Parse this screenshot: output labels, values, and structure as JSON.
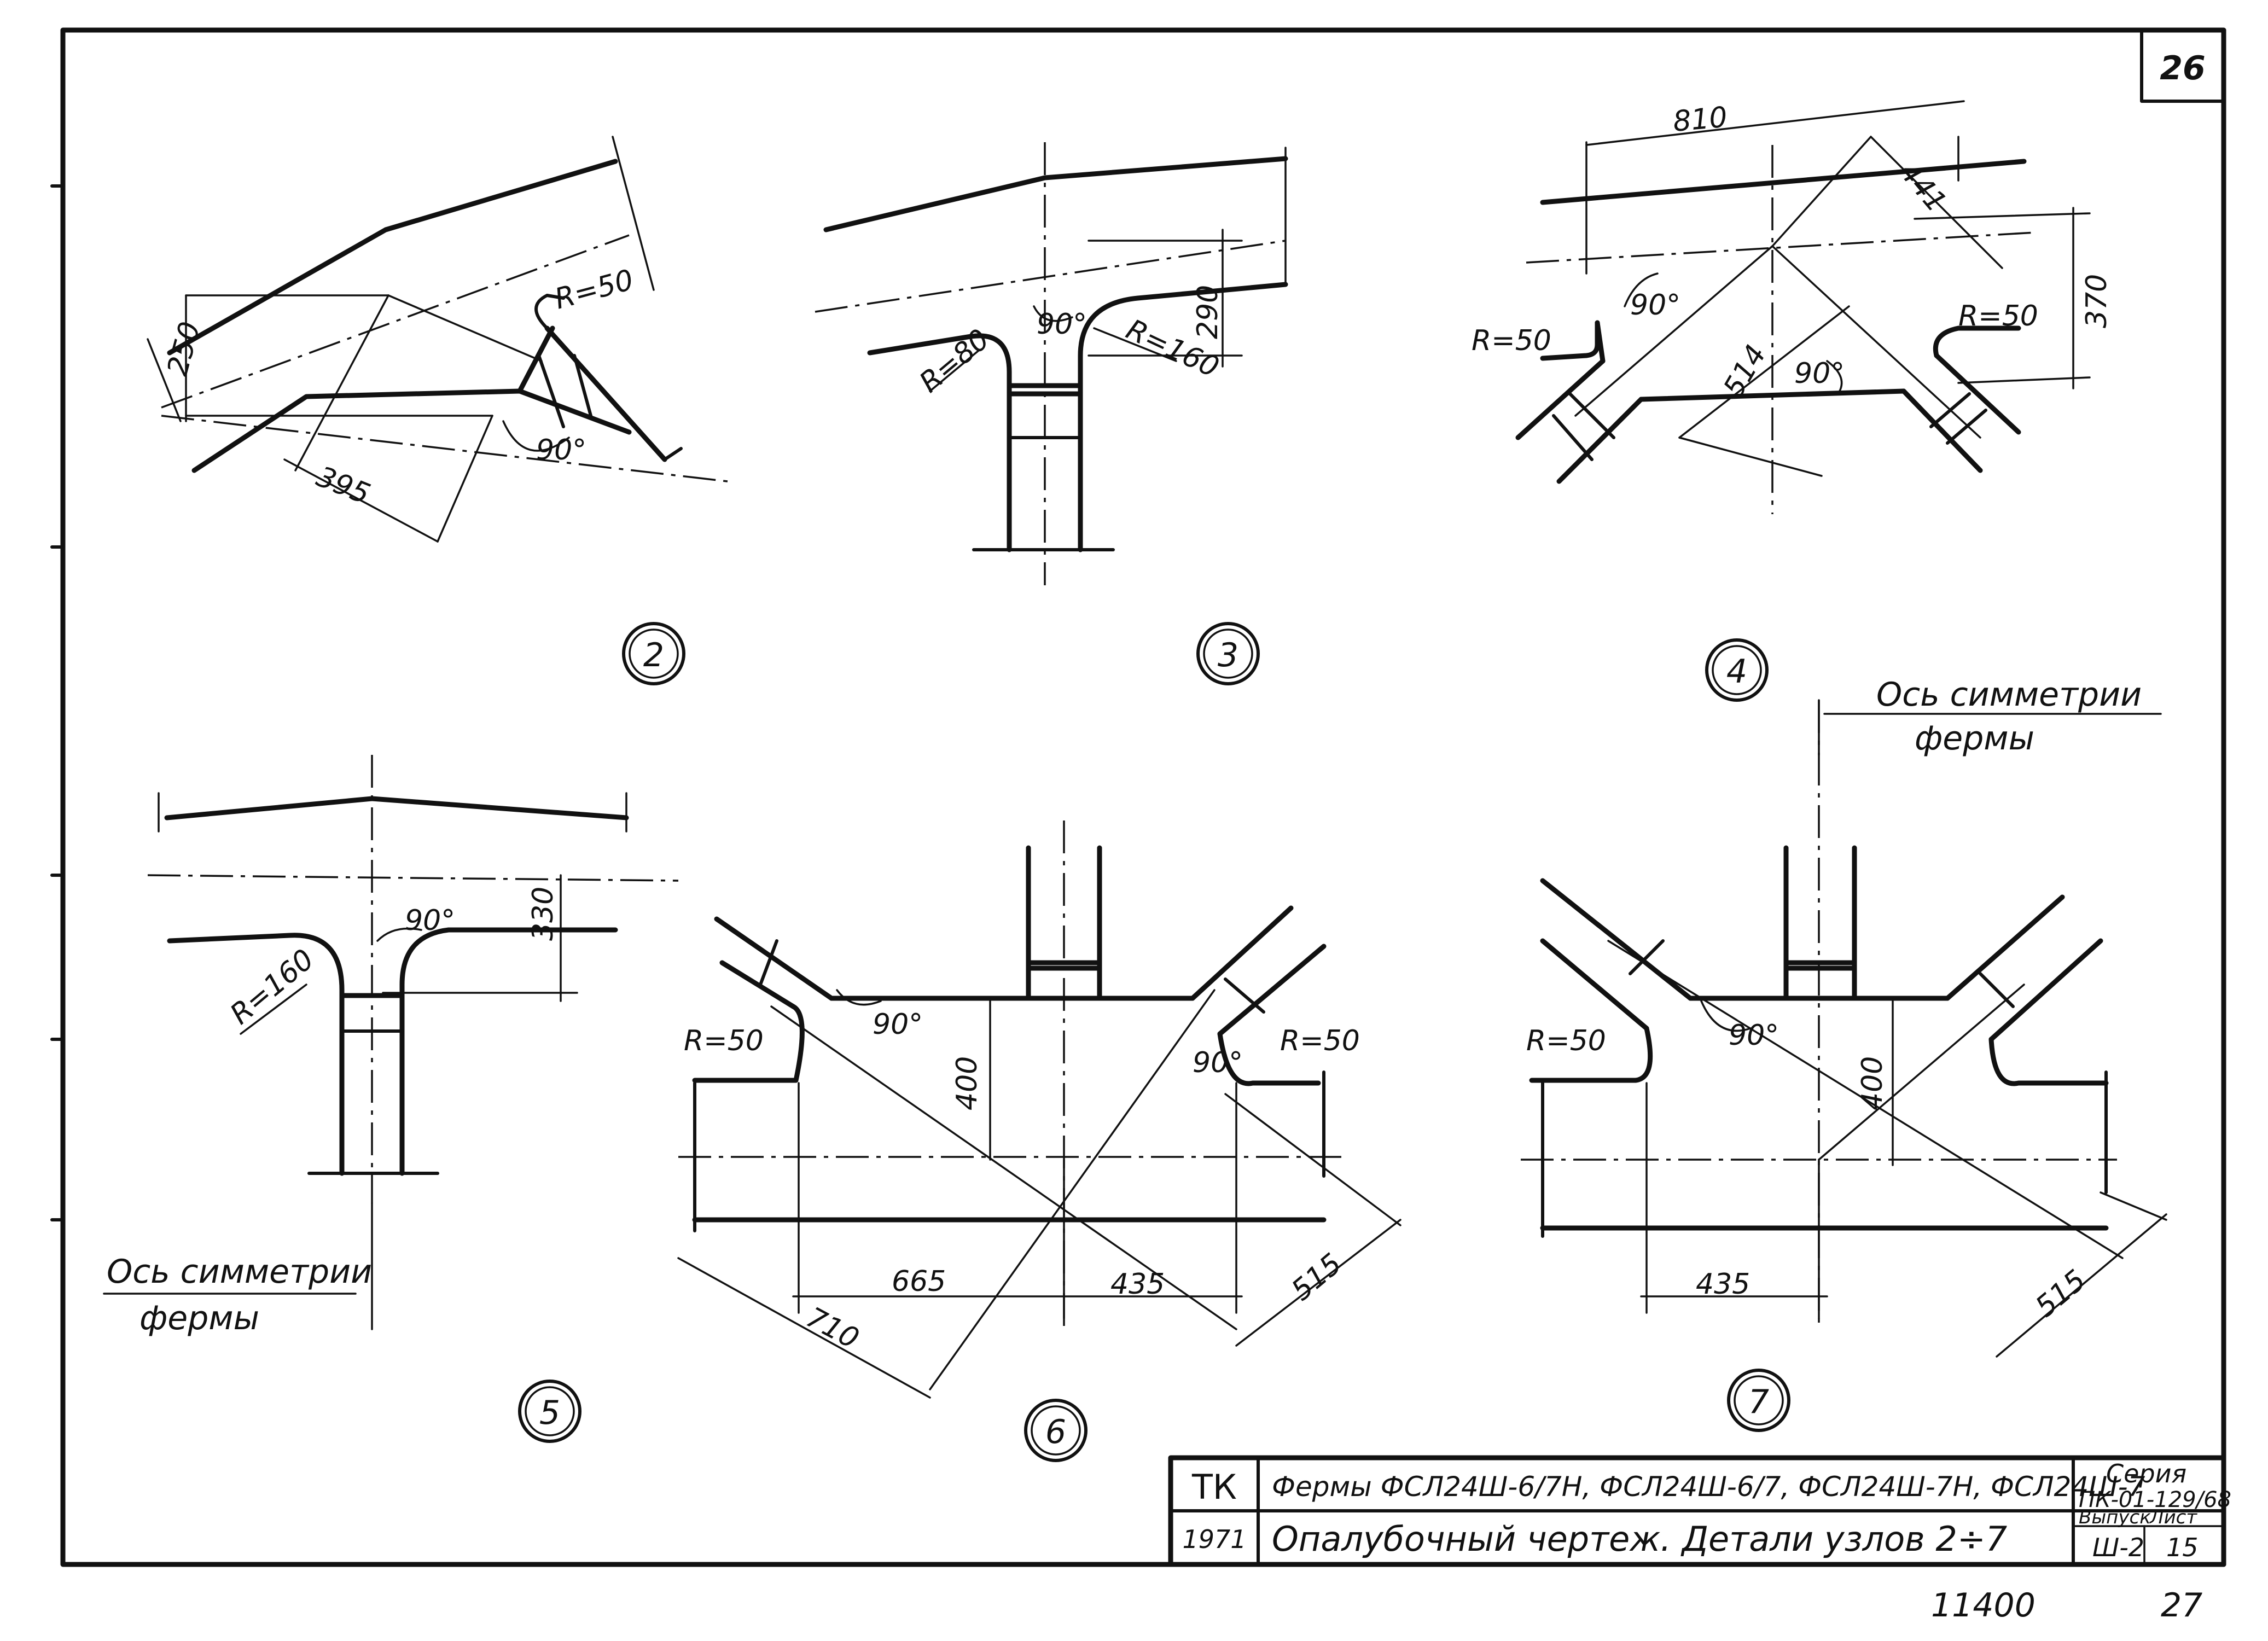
{
  "sheet": {
    "sheet_no": "26",
    "bottom_code": "11400",
    "bottom_page": "27"
  },
  "details": [
    {
      "number": "2",
      "dims": [
        "250",
        "395",
        "R=50",
        "90°"
      ]
    },
    {
      "number": "3",
      "dims": [
        "R=80",
        "90°",
        "R=160",
        "290"
      ]
    },
    {
      "number": "4",
      "dims": [
        "810",
        "441",
        "370",
        "R=50",
        "90°",
        "R=50",
        "514",
        "90°"
      ]
    },
    {
      "number": "5",
      "dims": [
        "90°",
        "330",
        "R=160"
      ],
      "symmetry_line1": "Ось симметрии",
      "symmetry_line2": "фермы"
    },
    {
      "number": "6",
      "dims": [
        "90°",
        "R=50",
        "400",
        "90°",
        "R=50",
        "665",
        "435",
        "710",
        "515"
      ]
    },
    {
      "number": "7",
      "dims": [
        "R=50",
        "90°",
        "400",
        "435",
        "515"
      ],
      "symmetry_line1": "Ось симметрии",
      "symmetry_line2": "фермы"
    }
  ],
  "title_block": {
    "org": "ТК",
    "year": "1971",
    "title_line1": "Фермы ФСЛ24Ш-6/7Н, ФСЛ24Ш-6/7, ФСЛ24Ш-7Н, ФСЛ24Ш-7",
    "title_line2": "Опалубочный чертеж. Детали узлов 2÷7",
    "series_label": "Серия",
    "series_value": "ПК-01-129/68",
    "issue_label": "Выпуск",
    "issue_value": "Ш-2",
    "sheet_label": "Лист",
    "sheet_value": "15"
  }
}
